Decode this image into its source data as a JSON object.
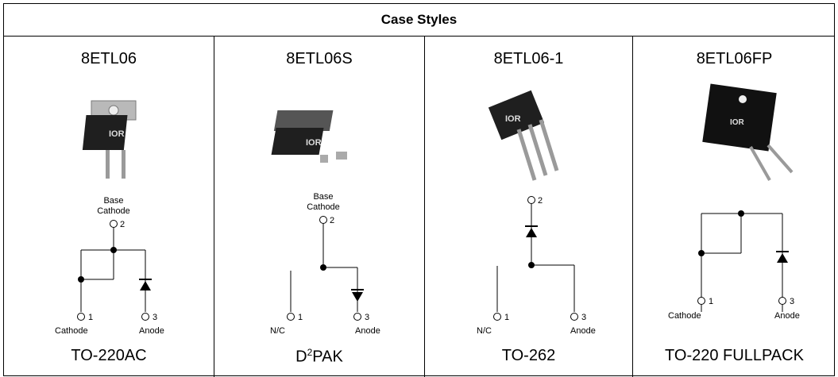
{
  "title": "Case Styles",
  "columns": [
    {
      "part": "8ETL06",
      "package": "TO-220AC",
      "top_label": [
        "Base",
        "Cathode"
      ],
      "pin_labels": {
        "p1": "1",
        "p2": "2",
        "p3": "3"
      },
      "bottom_labels": [
        "Cathode",
        "Anode"
      ],
      "marking": "IOR"
    },
    {
      "part": "8ETL06S",
      "package_main": "D",
      "package_sup": "2",
      "package_rest": "PAK",
      "top_label": [
        "Base",
        "Cathode"
      ],
      "pin_labels": {
        "p1": "1",
        "p2": "2",
        "p3": "3"
      },
      "bottom_labels": [
        "N/C",
        "Anode"
      ],
      "marking": "IOR"
    },
    {
      "part": "8ETL06-1",
      "package": "TO-262",
      "pin_labels": {
        "p1": "1",
        "p2": "2",
        "p3": "3"
      },
      "bottom_labels": [
        "N/C",
        "Anode"
      ],
      "marking": "IOR"
    },
    {
      "part": "8ETL06FP",
      "package": "TO-220 FULLPACK",
      "pin_labels": {
        "p1": "1",
        "p3": "3"
      },
      "bottom_labels": [
        "Cathode",
        "Anode"
      ],
      "marking": "IOR"
    }
  ]
}
